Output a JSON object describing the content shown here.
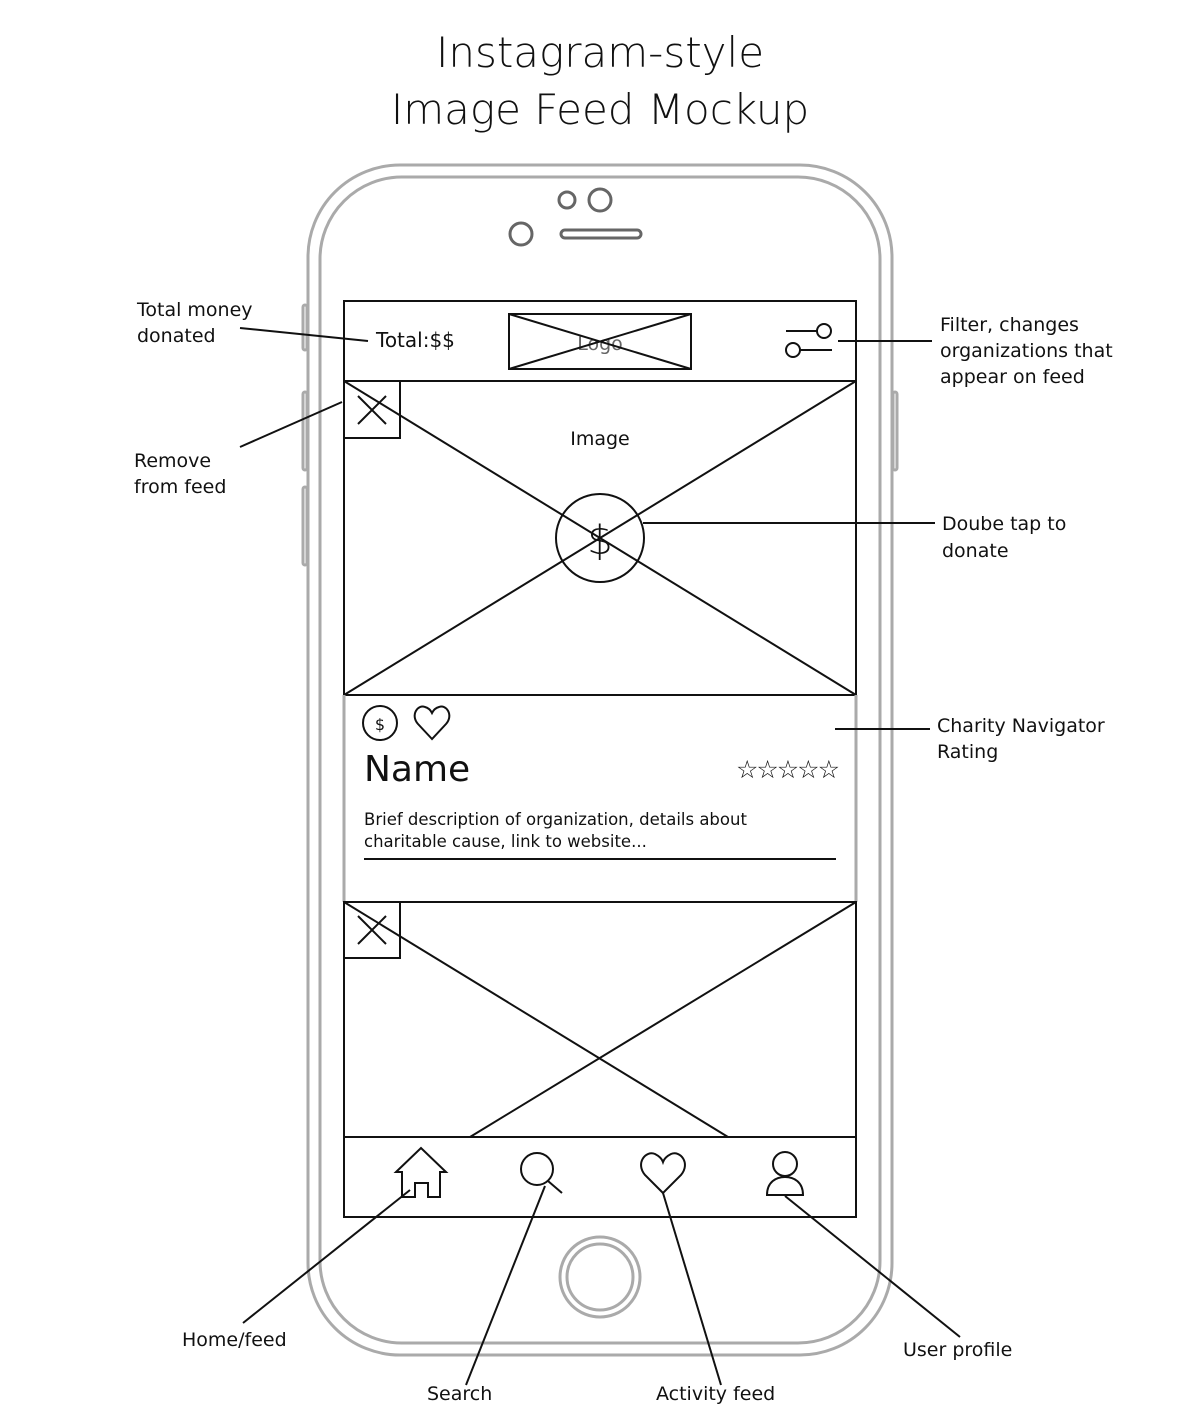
{
  "title": {
    "line1": "Instagram-style",
    "line2": "Image Feed Mockup"
  },
  "header": {
    "total": "Total:$$",
    "logo": "Logo"
  },
  "post": {
    "image_label": "Image",
    "donate_symbol": "$",
    "small_donate_symbol": "$",
    "name": "Name",
    "rating": "☆☆☆☆☆",
    "description_line1": "Brief description of organization, details about",
    "description_line2": "charitable cause, link to website..."
  },
  "annotations": {
    "total_money": [
      "Total money",
      "donated"
    ],
    "filter": [
      "Filter, changes",
      "organizations that",
      "appear on feed"
    ],
    "remove": [
      "Remove",
      "from feed"
    ],
    "double_tap": [
      "Doube tap to",
      "donate"
    ],
    "rating": [
      "Charity Navigator",
      "Rating"
    ],
    "home": "Home/feed",
    "search": "Search",
    "activity": "Activity feed",
    "profile": "User profile"
  }
}
